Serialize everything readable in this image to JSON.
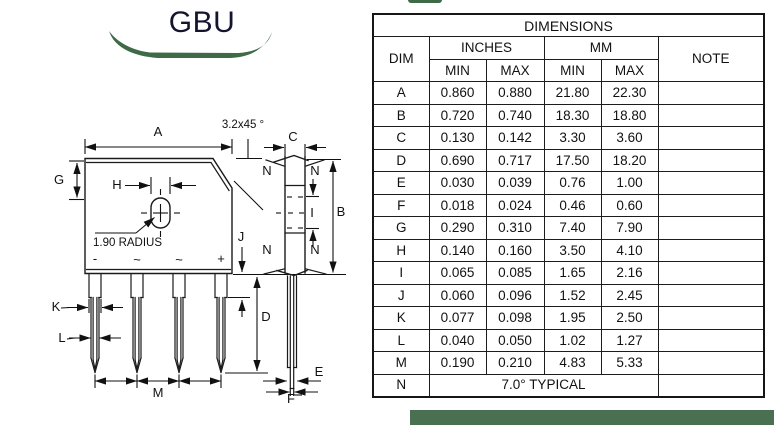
{
  "logo": {
    "title": "GBU"
  },
  "colors": {
    "logo_green": "#3e6a48",
    "footer_green": "#497050",
    "line_color": "#1a1a1a"
  },
  "drawing": {
    "front_view": {
      "dim_a_label": "A",
      "chamfer_note": "3.2x45 °",
      "dim_g_label": "G",
      "dim_h_label": "H",
      "radius_note": "1.90 RADIUS",
      "terminal_minus": "-",
      "terminal_ac": "~",
      "terminal_plus": "+",
      "dim_j_label": "J",
      "dim_d_label": "D",
      "dim_k_label": "K",
      "dim_l_label": "L",
      "dim_m_label": "M"
    },
    "side_view": {
      "dim_c_label": "C",
      "dim_b_label": "B",
      "dim_i_label": "I",
      "dim_e_label": "E",
      "dim_f_label": "F",
      "draft_angle_label": "N"
    }
  },
  "table": {
    "title": "DIMENSIONS",
    "headers": {
      "dim": "DIM",
      "inches": "INCHES",
      "mm": "MM",
      "note": "NOTE",
      "min": "MIN",
      "max": "MAX"
    },
    "rows": [
      {
        "dim": "A",
        "in_min": "0.860",
        "in_max": "0.880",
        "mm_min": "21.80",
        "mm_max": "22.30",
        "note": ""
      },
      {
        "dim": "B",
        "in_min": "0.720",
        "in_max": "0.740",
        "mm_min": "18.30",
        "mm_max": "18.80",
        "note": ""
      },
      {
        "dim": "C",
        "in_min": "0.130",
        "in_max": "0.142",
        "mm_min": "3.30",
        "mm_max": "3.60",
        "note": ""
      },
      {
        "dim": "D",
        "in_min": "0.690",
        "in_max": "0.717",
        "mm_min": "17.50",
        "mm_max": "18.20",
        "note": ""
      },
      {
        "dim": "E",
        "in_min": "0.030",
        "in_max": "0.039",
        "mm_min": "0.76",
        "mm_max": "1.00",
        "note": ""
      },
      {
        "dim": "F",
        "in_min": "0.018",
        "in_max": "0.024",
        "mm_min": "0.46",
        "mm_max": "0.60",
        "note": ""
      },
      {
        "dim": "G",
        "in_min": "0.290",
        "in_max": "0.310",
        "mm_min": "7.40",
        "mm_max": "7.90",
        "note": ""
      },
      {
        "dim": "H",
        "in_min": "0.140",
        "in_max": "0.160",
        "mm_min": "3.50",
        "mm_max": "4.10",
        "note": ""
      },
      {
        "dim": "I",
        "in_min": "0.065",
        "in_max": "0.085",
        "mm_min": "1.65",
        "mm_max": "2.16",
        "note": ""
      },
      {
        "dim": "J",
        "in_min": "0.060",
        "in_max": "0.096",
        "mm_min": "1.52",
        "mm_max": "2.45",
        "note": ""
      },
      {
        "dim": "K",
        "in_min": "0.077",
        "in_max": "0.098",
        "mm_min": "1.95",
        "mm_max": "2.50",
        "note": ""
      },
      {
        "dim": "L",
        "in_min": "0.040",
        "in_max": "0.050",
        "mm_min": "1.02",
        "mm_max": "1.27",
        "note": ""
      },
      {
        "dim": "M",
        "in_min": "0.190",
        "in_max": "0.210",
        "mm_min": "4.83",
        "mm_max": "5.33",
        "note": ""
      },
      {
        "dim": "N",
        "span": "7.0° TYPICAL",
        "note": ""
      }
    ]
  }
}
